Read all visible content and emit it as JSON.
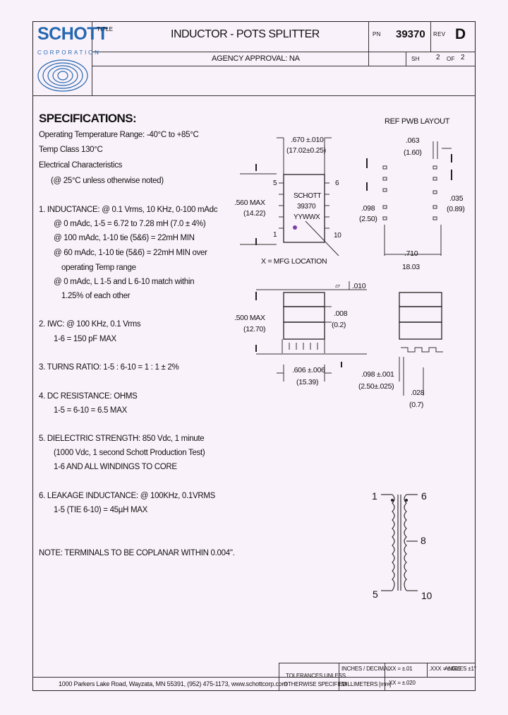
{
  "header": {
    "logo": {
      "brand": "SCHOTT",
      "sub": "CORPORATION"
    },
    "title_label": "TITLE",
    "title": "INDUCTOR - POTS SPLITTER",
    "pn_label": "PN",
    "pn": "39370",
    "rev_label": "REV",
    "rev": "D",
    "agency": "AGENCY APPROVAL: NA",
    "sh_label": "SH",
    "sheet": "2",
    "of_label": "OF",
    "sheet_total": "2"
  },
  "specs": {
    "heading": "SPECIFICATIONS:",
    "lines": [
      "Operating Temperature Range: -40°C to +85°C",
      "Temp Class 130°C",
      "Electrical Characteristics",
      "(@ 25°C unless otherwise noted)",
      "1. INDUCTANCE: @ 0.1 Vrms, 10 KHz, 0-100 mAdc",
      "@ 0 mAdc, 1-5 = 6.72 to 7.28 mH (7.0 ± 4%)",
      "@ 100 mAdc, 1-10 tie (5&6) = 22mH MIN",
      "@ 60 mAdc, 1-10 tie (5&6) = 22mH MIN over",
      "operating Temp range",
      "@ 0 mAdc, L 1-5 and L 6-10 match within",
      "1.25% of each other",
      "2. IWC: @ 100 KHz, 0.1 Vrms",
      "1-6 = 150 pF MAX",
      "3. TURNS RATIO: 1-5 : 6-10 = 1 : 1 ± 2%",
      "4. DC RESISTANCE: OHMS",
      "1-5 = 6-10 = 6.5 MAX",
      "5. DIELECTRIC STRENGTH: 850 Vdc, 1 minute",
      "(1000 Vdc, 1 second Schott Production Test)",
      "1-6 AND ALL WINDINGS TO CORE",
      "6. LEAKAGE INDUCTANCE: @ 100KHz, 0.1VRMS",
      "1-5 (TIE 6-10) = 45µH MAX",
      "NOTE: TERMINALS TO BE COPLANAR WITHIN 0.004\"."
    ]
  },
  "drawing": {
    "pwb_title": "REF PWB LAYOUT",
    "width_dim": ".670 ±.010",
    "width_dim_mm": "(17.02±0.25)",
    "height_dim": ".560 MAX",
    "height_dim_mm": "(14.22)",
    "marking": [
      "SCHOTT",
      "39370",
      "YYWWX"
    ],
    "pin_labels": [
      "1",
      "5",
      "6",
      "10"
    ],
    "mfg_note": "X = MFG LOCATION",
    "pad_dim": ".063",
    "pad_dim_mm": "(1.60)",
    "pad_width": ".035",
    "pad_width_mm": "(0.89)",
    "pitch_dim": ".098",
    "pitch_dim_mm": "(2.50)",
    "row_spacing": ".710",
    "row_spacing_mm": "18.03",
    "flatness": ".010",
    "side_height": ".500 MAX",
    "side_height_mm": "(12.70)",
    "lead_thick": ".008",
    "lead_thick_mm": "(0.2)",
    "base_width": ".606 ±.006",
    "base_width_mm": "(15.39)",
    "lead_pitch": ".098 ±.001",
    "lead_pitch_mm": "(2.50±.025)",
    "lead_width": ".028",
    "lead_width_mm": "(0.7)",
    "schematic_pins": [
      "1",
      "5",
      "6",
      "8",
      "10"
    ]
  },
  "footer": {
    "address": "1000 Parkers Lake Road, Wayzata, MN 55391, (952) 475-1173, www.schottcorp.com",
    "tol_line1": "TOLERANCES UNLESS",
    "tol_line2": "OTHERWISE SPECIFIED",
    "inches": "INCHES / DECIMAL",
    "mm": "MILLIMETERS [mm]",
    "xx": ".XX = ±.01",
    "xxx": ".XXX = ±.005",
    "mm_tol": ".XX = ±.020",
    "angles": "ANGLES ±1°"
  }
}
